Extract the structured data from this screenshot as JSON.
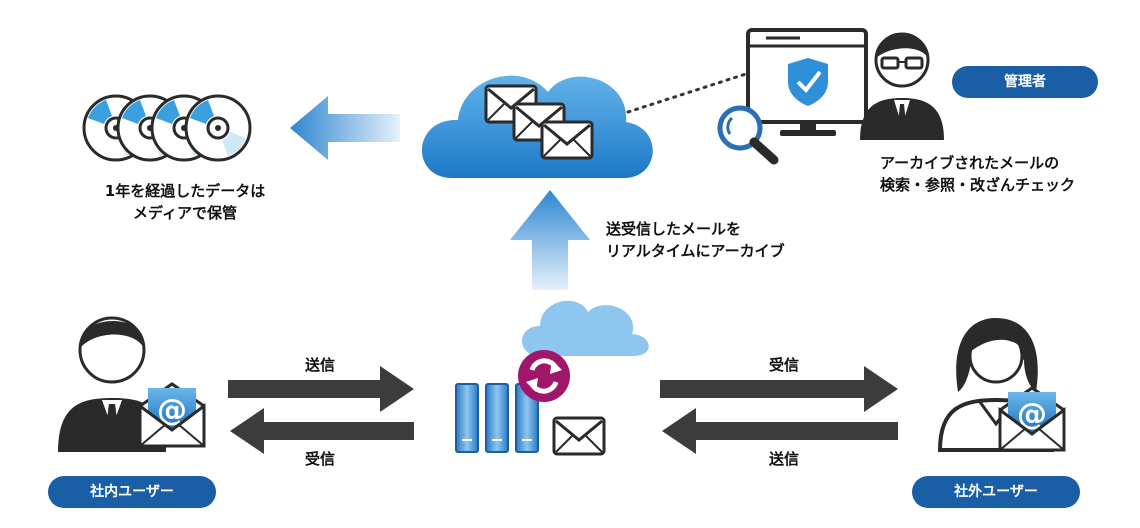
{
  "archive_caption": {
    "line1": "1年を経過したデータは",
    "line2": "メディアで保管"
  },
  "realtime_caption": {
    "line1": "送受信したメールを",
    "line2": "リアルタイムにアーカイブ"
  },
  "admin": {
    "label": "管理者",
    "caption_line1": "アーカイブされたメールの",
    "caption_line2": "検索・参照・改ざんチェック"
  },
  "internal_user": {
    "label": "社内ユーザー",
    "send_label": "送信",
    "receive_label": "受信"
  },
  "external_user": {
    "label": "社外ユーザー",
    "receive_label": "受信",
    "send_label": "送信"
  },
  "icons": {
    "media_discs": "disc-icon",
    "cloud_mail": "cloud-mail-icon",
    "monitor": "shield-monitor-icon",
    "magnifier": "magnifier-icon",
    "admin_person": "admin-person-icon",
    "mail_server": "server-icon",
    "sync": "sync-icon",
    "internal_person": "male-user-icon",
    "external_person": "female-user-icon",
    "email": "at-mail-icon"
  },
  "colors": {
    "accent_blue": "#1a5ea6",
    "cloud_blue": "#2f8fd8",
    "arrow_dark": "#3c3c3c",
    "sync_magenta": "#a0166b"
  }
}
